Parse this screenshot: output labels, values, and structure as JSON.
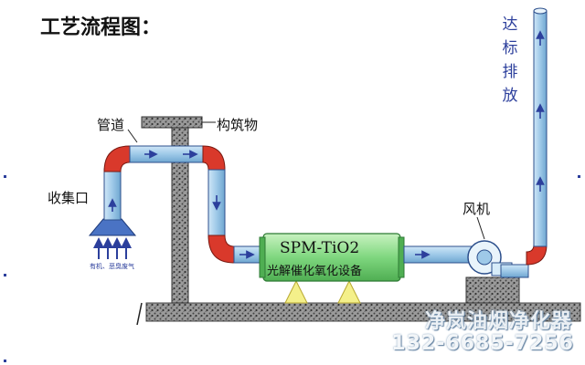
{
  "title": "工艺流程图：",
  "labels": {
    "pipe": "管道",
    "structure": "构筑物",
    "intake": "收集口",
    "fan": "风机",
    "discharge": "达标排放",
    "intake_note": "有机、恶臭废气"
  },
  "device": {
    "name": "SPM-TiO2",
    "subtitle": "光解催化氧化设备"
  },
  "watermark": {
    "brand": "净岚油烟净化器",
    "phone": "132-6685-7256"
  },
  "colors": {
    "pipe": "#9ec9e8",
    "pipe_outline": "#2c4f8c",
    "elbow": "#d9392b",
    "device_body": "#7fd77f",
    "arrow": "#2c3f9c",
    "ground": "#888888"
  }
}
